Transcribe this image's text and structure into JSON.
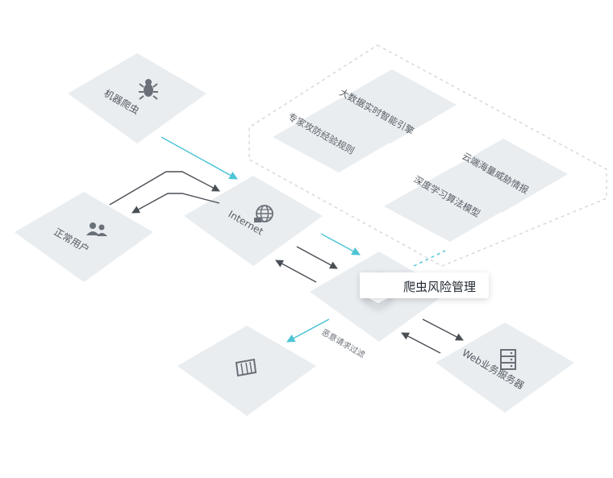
{
  "nodes": {
    "bot": {
      "label": "机器爬虫",
      "icon": "bug-icon"
    },
    "user": {
      "label": "正常用户",
      "icon": "users-icon"
    },
    "internet": {
      "label": "Internet",
      "icon": "globe-icon"
    },
    "manager": {
      "label": "爬虫风险管理",
      "icon": "shield-cube-icon"
    },
    "filter": {
      "icon": "trash-bin-icon"
    },
    "web": {
      "label": "Web业务服务器",
      "icon": "server-icon"
    }
  },
  "engines": [
    {
      "label": "大数据实时智能引擎"
    },
    {
      "label": "专家攻防经验规则"
    },
    {
      "label": "云端海量威胁情报"
    },
    {
      "label": "深度学习算法模型"
    }
  ],
  "flows": {
    "filter_label": "恶意请求过滤"
  },
  "colors": {
    "tile": "#e9edf0",
    "accent": "#4ec4d6",
    "line": "#4a4f55",
    "dashed_border": "#d5dadf",
    "icon": "#6a7078"
  }
}
